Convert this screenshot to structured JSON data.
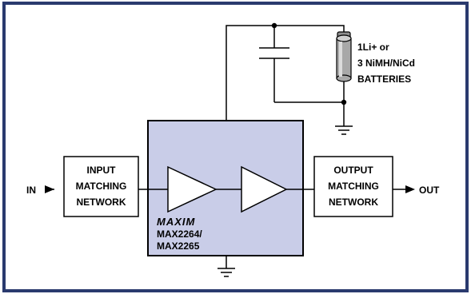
{
  "diagram": {
    "input_label": "IN",
    "output_label": "OUT",
    "input_network": [
      "INPUT",
      "MATCHING",
      "NETWORK"
    ],
    "output_network": [
      "OUTPUT",
      "MATCHING",
      "NETWORK"
    ],
    "battery_label": [
      "1Li+ or",
      "3 NiMH/NiCd",
      "BATTERIES"
    ],
    "logo": "MAXIM",
    "part_numbers": [
      "MAX2264/",
      "MAX2265"
    ],
    "colors": {
      "frame": "#2a3a6e",
      "chip_fill": "#c9cde8",
      "battery_fill": "#a8a8a8",
      "line": "#000000"
    }
  }
}
